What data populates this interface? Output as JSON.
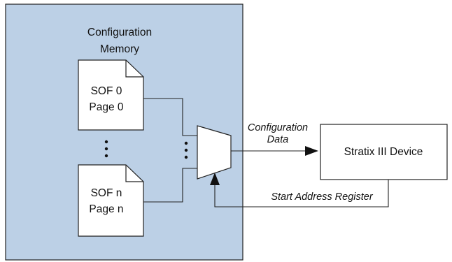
{
  "memory_block": {
    "title_line1": "Configuration",
    "title_line2": "Memory",
    "fill_color": "#bcd0e6"
  },
  "pages": [
    {
      "line1": "SOF 0",
      "line2": "Page 0"
    },
    {
      "line1": "SOF n",
      "line2": "Page n"
    }
  ],
  "signals": {
    "data_line1": "Configuration",
    "data_line2": "Data",
    "address_label": "Start Address Register"
  },
  "device": {
    "label": "Stratix III Device"
  }
}
